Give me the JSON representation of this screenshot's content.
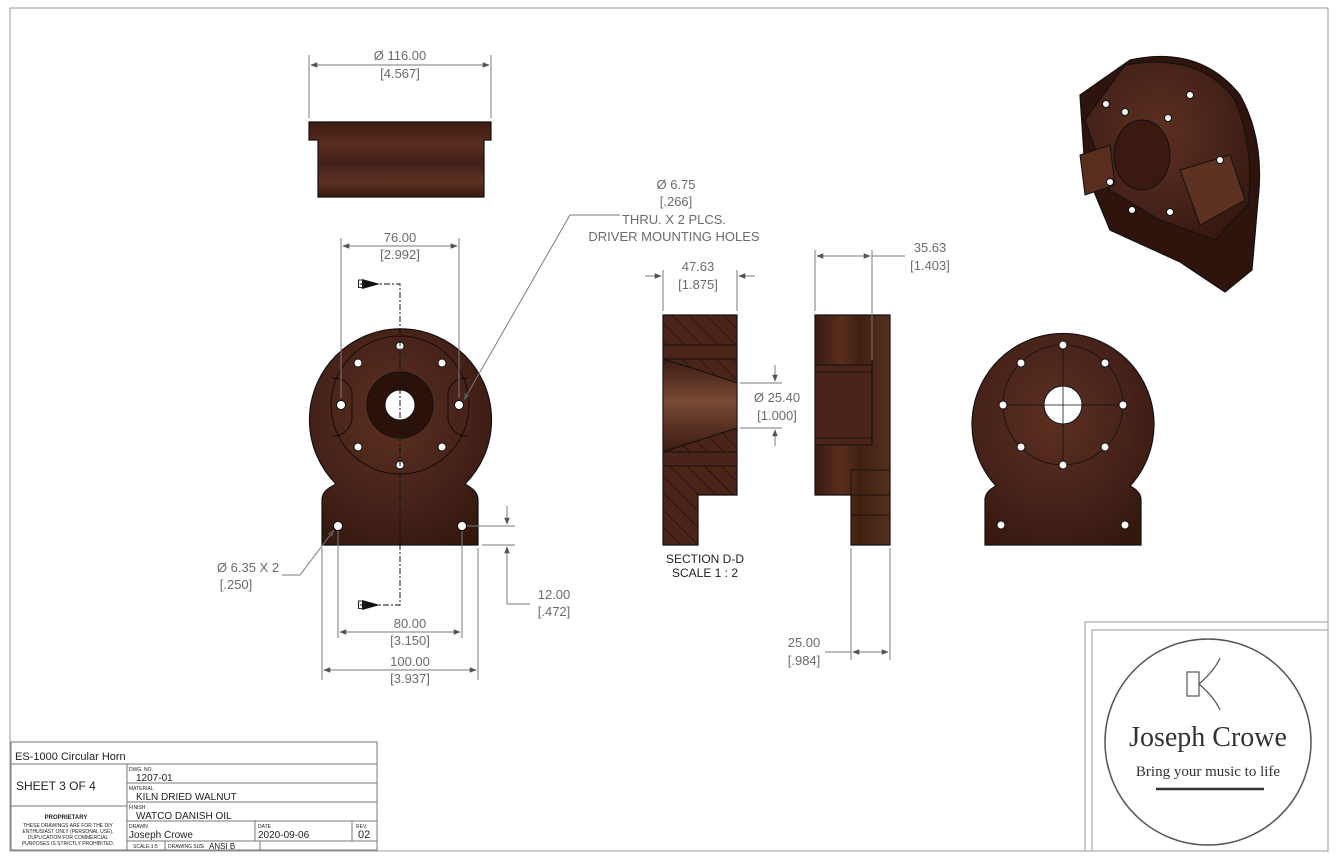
{
  "drawing": {
    "top_view": {
      "diameter": "Ø 116.00",
      "diameter_in": "[4.567]"
    },
    "front_view": {
      "width_holes": "76.00",
      "width_holes_in": "[2.992]",
      "hole_note_dia": "Ø 6.75",
      "hole_note_dia_in": "[.266]",
      "hole_note_line1": "THRU. X 2 PLCS.",
      "hole_note_line2": "DRIVER MOUNTING HOLES",
      "mount_hole": "Ø 6.35 X 2",
      "mount_hole_in": "[.250]",
      "foot_height": "12.00",
      "foot_height_in": "[.472]",
      "hole_spacing": "80.00",
      "hole_spacing_in": "[3.150]",
      "overall_width": "100.00",
      "overall_width_in": "[3.937]",
      "section_marker": "D"
    },
    "section_view": {
      "depth": "47.63",
      "depth_in": "[1.875]",
      "throat": "Ø 25.40",
      "throat_in": "[1.000]",
      "label": "SECTION D-D",
      "scale": "SCALE 1 : 2"
    },
    "side_view": {
      "depth": "35.63",
      "depth_in": "[1.403]",
      "foot_depth": "25.00",
      "foot_depth_in": "[.984]"
    }
  },
  "title_block": {
    "title": "ES-1000 Circular Horn",
    "sheet": "SHEET 3 OF 4",
    "dwg_no_label": "DWG. NO.",
    "dwg_no": "1207-01",
    "material_label": "MATERIAL",
    "material": "KILN DRIED WALNUT",
    "finish_label": "FINISH",
    "finish": "WATCO DANISH OIL",
    "drawn_label": "DRAWN",
    "drawn": "Joseph Crowe",
    "date_label": "DATE",
    "date": "2020-09-06",
    "rev_label": "REV.",
    "rev": "02",
    "proprietary": "PROPRIETARY",
    "proprietary_text_1": "THESE DRAWINGS ARE FOR THE DIY",
    "proprietary_text_2": "ENTHUSIAST ONLY (PERSONAL USE).",
    "proprietary_text_3": "DUPLICATION FOR COMMERCIAL",
    "proprietary_text_4": "PURPOSES IS STRICTLY PROHIBITED.",
    "scale_label": "SCALE:1:5",
    "drawing_size_label": "DRAWING SIZE",
    "drawing_size": "ANSI B"
  },
  "logo": {
    "name": "Joseph Crowe",
    "tagline": "Bring your music to life"
  },
  "colors": {
    "wood": "#4a2418",
    "wood_dark": "#2e140c",
    "wood_light": "#6a3a28"
  }
}
